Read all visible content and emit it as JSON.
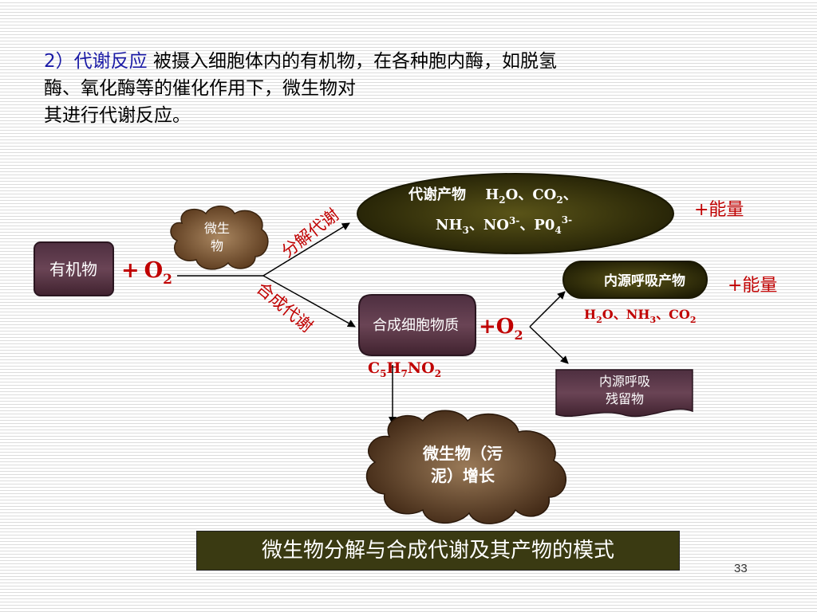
{
  "intro": {
    "label": "2）代谢反应",
    "line1": " 被摄入细胞体内的有机物，在各种胞内酶，如脱氢",
    "line2": "酶、氧化酶等的催化作用下，微生物对",
    "line3": "其进行代谢反应。"
  },
  "diagram": {
    "organic_matter": "有机物",
    "plus": "+",
    "o_base": "O",
    "o_sub": "2",
    "microbe_line1": "微生",
    "microbe_line2": "物",
    "branch_catabolism": "分解代谢",
    "branch_anabolism": "合成代谢",
    "metabolic_products": {
      "label": "代谢产物",
      "h": "H",
      "h_sub": "2",
      "o_co": "O、CO",
      "co_sub": "2",
      "sep": "、",
      "nh": "NH",
      "nh_sub": "3",
      "no": "、NO",
      "no_sup": "3-",
      "po": "、P0",
      "po_sub": "4",
      "po_sup": "3-"
    },
    "energy_1": "+能量",
    "synthesized": "合成细胞物质",
    "formula": {
      "c": "C",
      "c_sub": "5",
      "h": "H",
      "h_sub": "7",
      "no": "NO",
      "no_sub": "2"
    },
    "plus_o2": "+O",
    "plus_o2_sub": "2",
    "endogenous_products": "内源呼吸产物",
    "energy_2": "+能量",
    "endogenous_formula": {
      "h": "H",
      "h_sub": "2",
      "o_nh": "O、NH",
      "nh_sub": "3",
      "co": "、CO",
      "co_sub": "2"
    },
    "residue_line1": "内源呼吸",
    "residue_line2": "残留物",
    "growth_line1": "微生物（污",
    "growth_line2": "泥）增长"
  },
  "caption": "微生物分解与合成代谢及其产物的模式",
  "page_number": "33",
  "colors": {
    "red": "#c00000",
    "dark_olive": "#2e2a08",
    "brown": "#8a6440",
    "purple_box": "#4a2a3a"
  }
}
